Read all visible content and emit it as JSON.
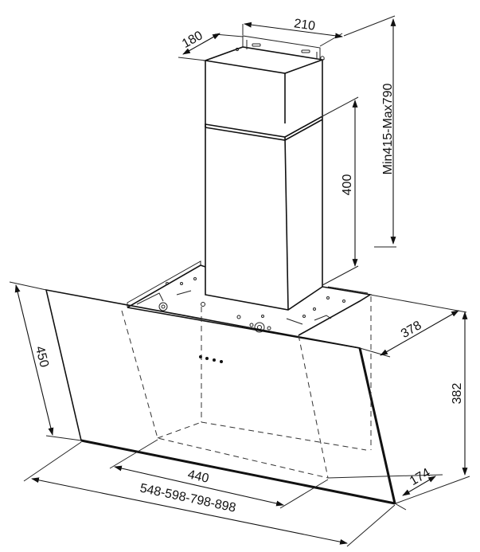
{
  "dimensions": {
    "chimney_depth": "180",
    "chimney_width": "210",
    "chimney_height_range": "Min415-Max790",
    "lower_chimney_height": "400",
    "canopy_depth": "378",
    "canopy_height": "382",
    "glass_height": "450",
    "bottom_depth": "174",
    "inner_width": "440",
    "width_options": "548-598-798-898"
  },
  "colors": {
    "line": "#111111",
    "background": "#ffffff"
  }
}
